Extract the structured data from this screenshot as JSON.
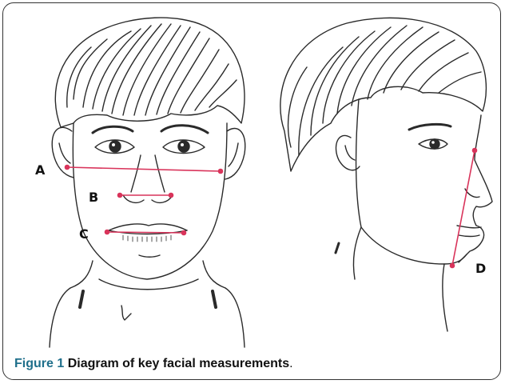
{
  "labels": {
    "a": "A",
    "b": "B",
    "c": "C",
    "d": "D"
  },
  "caption": {
    "title": "Figure 1",
    "text": "Diagram of key facial measurements",
    "end": "."
  },
  "colors": {
    "measurement_line": "#d9345b",
    "caption_title": "#1f6f8b",
    "sketch": "#2a2a2a"
  }
}
